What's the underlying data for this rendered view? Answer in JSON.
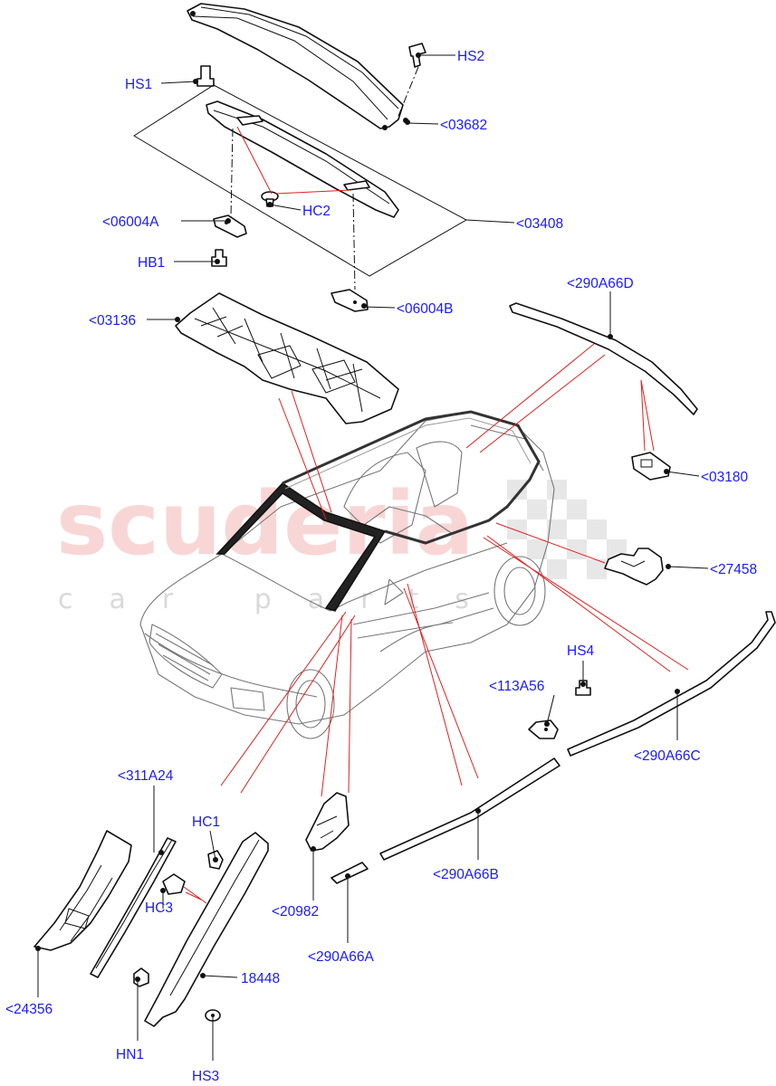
{
  "watermark": {
    "brand": "scuderia",
    "sub": "car parts"
  },
  "colors": {
    "label": "#1a1aff",
    "leader": "#111111",
    "pointer": "#e02020"
  },
  "callouts": {
    "hs1": "HS1",
    "hs2": "HS2",
    "c03682": "<03682",
    "hc2": "HC2",
    "c06004a": "<06004A",
    "c03408": "<03408",
    "hb1": "HB1",
    "c06004b": "<06004B",
    "c03136": "<03136",
    "c290a66d": "<290A66D",
    "c03180": "<03180",
    "c27458": "<27458",
    "hs4": "HS4",
    "c113a56": "<113A56",
    "c290a66c": "<290A66C",
    "c311a24": "<311A24",
    "hc1": "HC1",
    "hc3": "HC3",
    "c20982": "<20982",
    "c290a66b": "<290A66B",
    "c290a66a": "<290A66A",
    "c24356": "<24356",
    "p18448": "18448",
    "hn1": "HN1",
    "hs3": "HS3"
  }
}
